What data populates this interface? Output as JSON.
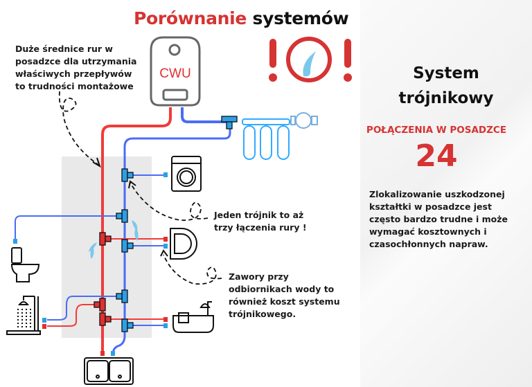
{
  "title": {
    "part1": "Porównanie",
    "part2": "systemów"
  },
  "heater": {
    "label": "CWU"
  },
  "notes": {
    "pipes_lines": [
      "Duże średnice rur w",
      "posadzce dla utrzymania",
      "właściwych przepływów",
      "to trudności montażowe"
    ],
    "tee_lines": [
      "Jeden trójnik to aż",
      "trzy łączenia rury !"
    ],
    "valves_lines": [
      "Zawory przy",
      "odbiornikach wody to",
      "również koszt systemu",
      "trójnikowego."
    ]
  },
  "panel": {
    "title_lines": [
      "System",
      "trójnikowy"
    ],
    "connections_label": "POŁĄCZENIA W POSADZCE",
    "connections_count": "24",
    "description_lines": [
      "Zlokalizowanie uszkodzonej",
      "kształtki w posadzce jest",
      "często bardzo trudne i może",
      "wymagać kosztownych i",
      "czasochłonnych napraw."
    ]
  },
  "colors": {
    "hot": "#f23a3a",
    "cold": "#4a6cf5",
    "tee_cold": "#2b9fe8",
    "tee_hot": "#e03030",
    "accent": "#d63333",
    "water": "#7cc8ea"
  }
}
